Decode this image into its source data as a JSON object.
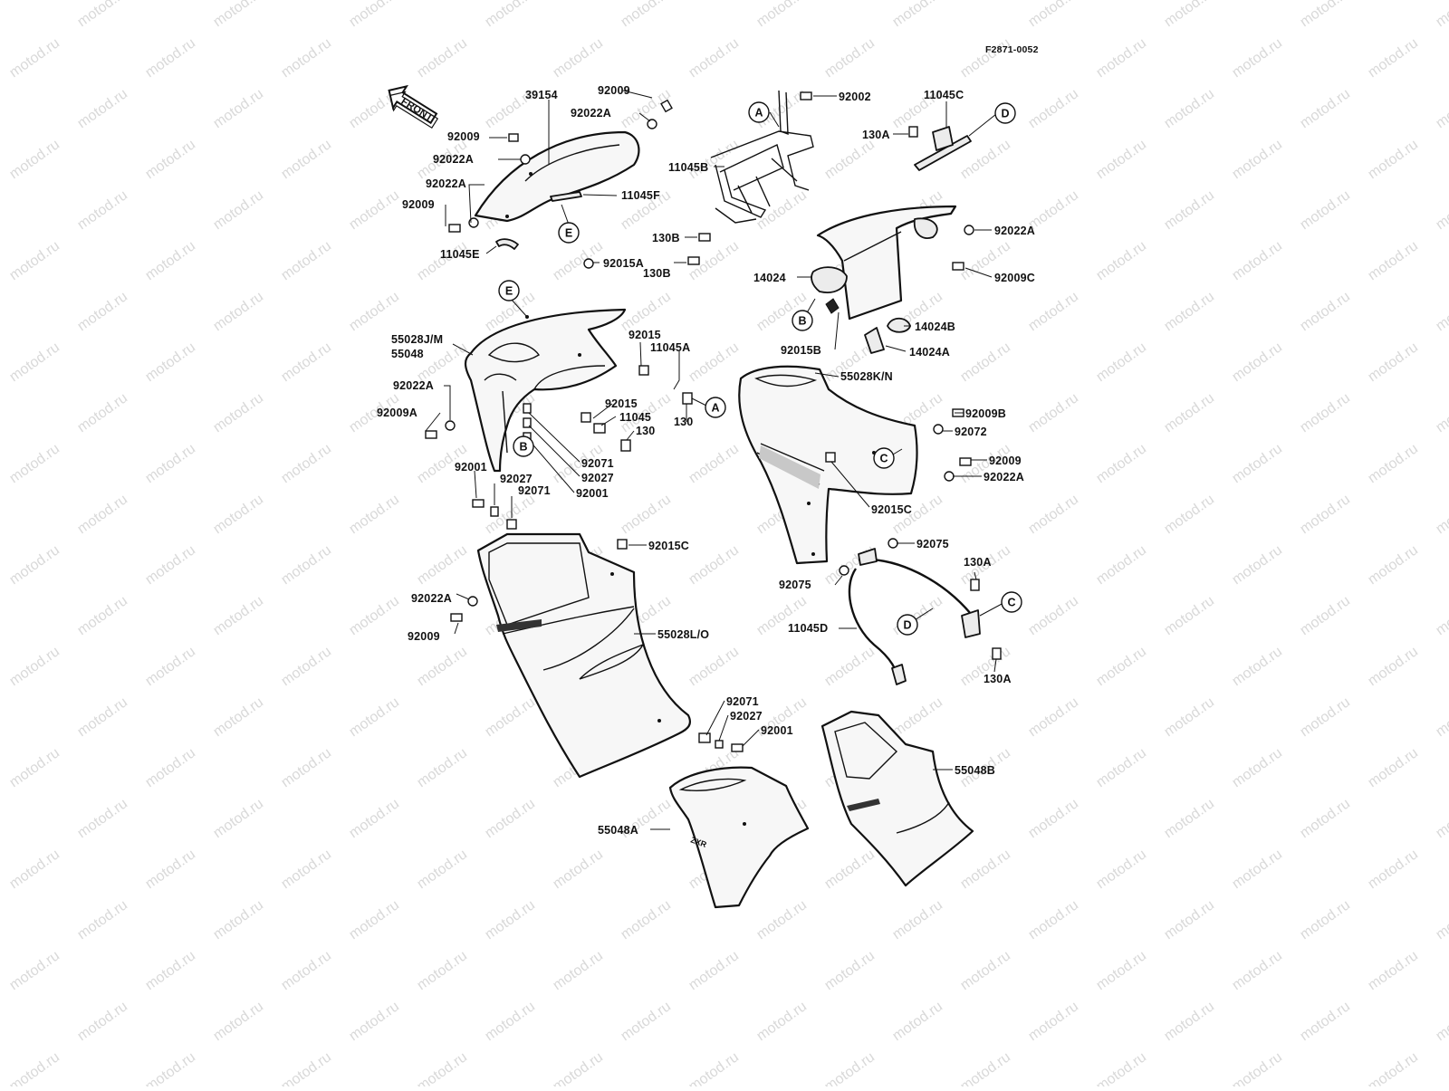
{
  "diagram_code": "F2871-0052",
  "front_arrow": {
    "label": "FRONT"
  },
  "watermark": "motod.ru",
  "part_labels": [
    {
      "id": "l01",
      "text": "39154"
    },
    {
      "id": "l02",
      "text": "92009"
    },
    {
      "id": "l03",
      "text": "92022A"
    },
    {
      "id": "l04",
      "text": "92009"
    },
    {
      "id": "l05",
      "text": "92022A"
    },
    {
      "id": "l06",
      "text": "92022A"
    },
    {
      "id": "l07",
      "text": "92009"
    },
    {
      "id": "l08",
      "text": "11045F"
    },
    {
      "id": "l09",
      "text": "11045E"
    },
    {
      "id": "l10",
      "text": "92015A"
    },
    {
      "id": "l11",
      "text": "92002"
    },
    {
      "id": "l12",
      "text": "11045C"
    },
    {
      "id": "l13",
      "text": "130A"
    },
    {
      "id": "l14",
      "text": "11045B"
    },
    {
      "id": "l15",
      "text": "130B"
    },
    {
      "id": "l16",
      "text": "130B"
    },
    {
      "id": "l17",
      "text": "92022A"
    },
    {
      "id": "l18",
      "text": "14024"
    },
    {
      "id": "l19",
      "text": "92009C"
    },
    {
      "id": "l20",
      "text": "14024B"
    },
    {
      "id": "l21",
      "text": "92015B"
    },
    {
      "id": "l22",
      "text": "14024A"
    },
    {
      "id": "l23",
      "text": "55028J/M"
    },
    {
      "id": "l24",
      "text": "55048"
    },
    {
      "id": "l25",
      "text": "92015"
    },
    {
      "id": "l26",
      "text": "11045A"
    },
    {
      "id": "l27",
      "text": "92022A"
    },
    {
      "id": "l28",
      "text": "92009A"
    },
    {
      "id": "l29",
      "text": "92015"
    },
    {
      "id": "l30",
      "text": "11045"
    },
    {
      "id": "l31",
      "text": "130"
    },
    {
      "id": "l32",
      "text": "130"
    },
    {
      "id": "l33",
      "text": "92071"
    },
    {
      "id": "l34",
      "text": "92027"
    },
    {
      "id": "l35",
      "text": "92001"
    },
    {
      "id": "l36",
      "text": "92001"
    },
    {
      "id": "l37",
      "text": "92027"
    },
    {
      "id": "l38",
      "text": "92071"
    },
    {
      "id": "l39",
      "text": "55028K/N"
    },
    {
      "id": "l40",
      "text": "92009B"
    },
    {
      "id": "l41",
      "text": "92072"
    },
    {
      "id": "l42",
      "text": "92009"
    },
    {
      "id": "l43",
      "text": "92022A"
    },
    {
      "id": "l44",
      "text": "92015C"
    },
    {
      "id": "l45",
      "text": "92015C"
    },
    {
      "id": "l46",
      "text": "92022A"
    },
    {
      "id": "l47",
      "text": "92009"
    },
    {
      "id": "l48",
      "text": "55028L/O"
    },
    {
      "id": "l49",
      "text": "92075"
    },
    {
      "id": "l50",
      "text": "92075"
    },
    {
      "id": "l51",
      "text": "130A"
    },
    {
      "id": "l52",
      "text": "11045D"
    },
    {
      "id": "l53",
      "text": "130A"
    },
    {
      "id": "l54",
      "text": "92071"
    },
    {
      "id": "l55",
      "text": "92027"
    },
    {
      "id": "l56",
      "text": "92001"
    },
    {
      "id": "l57",
      "text": "55048B"
    },
    {
      "id": "l58",
      "text": "55048A"
    }
  ],
  "reference_markers": [
    {
      "id": "r01",
      "text": "A"
    },
    {
      "id": "r02",
      "text": "D"
    },
    {
      "id": "r03",
      "text": "E"
    },
    {
      "id": "r04",
      "text": "E"
    },
    {
      "id": "r05",
      "text": "B"
    },
    {
      "id": "r06",
      "text": "A"
    },
    {
      "id": "r07",
      "text": "B"
    },
    {
      "id": "r08",
      "text": "C"
    },
    {
      "id": "r09",
      "text": "C"
    },
    {
      "id": "r10",
      "text": "D"
    }
  ]
}
